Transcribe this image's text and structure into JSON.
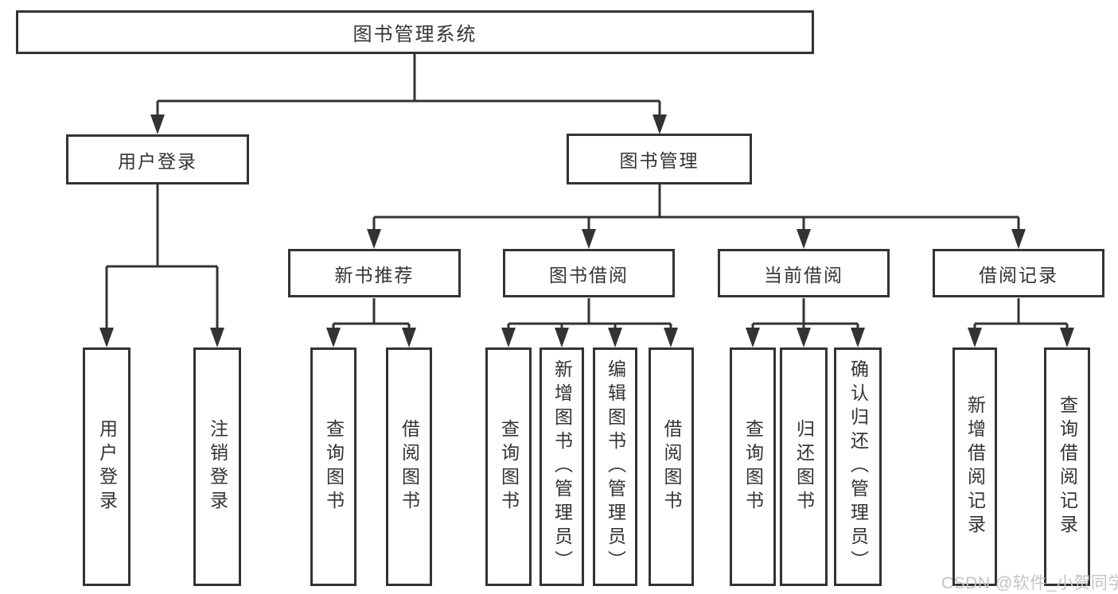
{
  "diagram_title": "图书管理系统",
  "tree": {
    "label": "图书管理系统",
    "children": [
      {
        "label": "用户登录",
        "children": [
          {
            "label": "用户登录"
          },
          {
            "label": "注销登录"
          }
        ]
      },
      {
        "label": "图书管理",
        "children": [
          {
            "label": "新书推荐",
            "children": [
              {
                "label": "查询图书"
              },
              {
                "label": "借阅图书"
              }
            ]
          },
          {
            "label": "图书借阅",
            "children": [
              {
                "label": "查询图书"
              },
              {
                "label": "新增图书（管理员）"
              },
              {
                "label": "编辑图书（管理员）"
              },
              {
                "label": "借阅图书"
              }
            ]
          },
          {
            "label": "当前借阅",
            "children": [
              {
                "label": "查询图书"
              },
              {
                "label": "归还图书"
              },
              {
                "label": "确认归还（管理员）"
              }
            ]
          },
          {
            "label": "借阅记录",
            "children": [
              {
                "label": "新增借阅记录"
              },
              {
                "label": "查询借阅记录"
              }
            ]
          }
        ]
      }
    ]
  },
  "watermark": {
    "text": "CSDN @软件_小贺同学"
  },
  "colors": {
    "line": "#333333",
    "text": "#333333",
    "background": "#ffffff",
    "watermark": "#c4c4c4"
  }
}
